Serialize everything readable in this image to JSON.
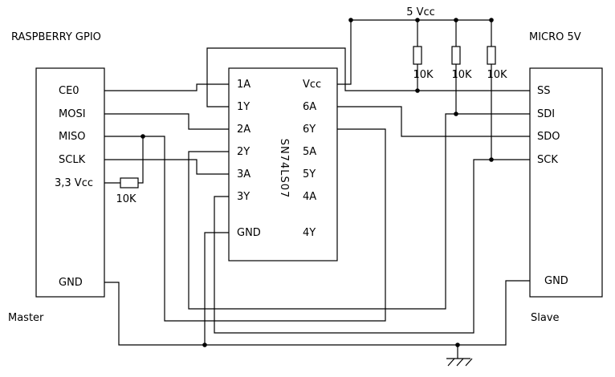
{
  "title_left": "RASPBERRY GPIO",
  "title_right": "MICRO 5V",
  "role_left": "Master",
  "role_right": "Slave",
  "power_rail_label": "5 Vcc",
  "chip_name": "SN74LS07",
  "raspberry_pins": [
    "CE0",
    "MOSI",
    "MISO",
    "SCLK",
    "3,3 Vcc",
    "GND"
  ],
  "chip_left_pins": [
    "1A",
    "1Y",
    "2A",
    "2Y",
    "3A",
    "3Y",
    "GND"
  ],
  "chip_right_pins": [
    "Vcc",
    "6A",
    "6Y",
    "5A",
    "5Y",
    "4A",
    "4Y"
  ],
  "micro_pins": [
    "SS",
    "SDI",
    "SDO",
    "SCK",
    "GND"
  ],
  "pullup_resistors_5v": [
    "10K",
    "10K",
    "10K"
  ],
  "pullup_resistor_3v3": "10K",
  "colors": {
    "wire": "#000000",
    "background": "#ffffff",
    "text": "#000000"
  }
}
